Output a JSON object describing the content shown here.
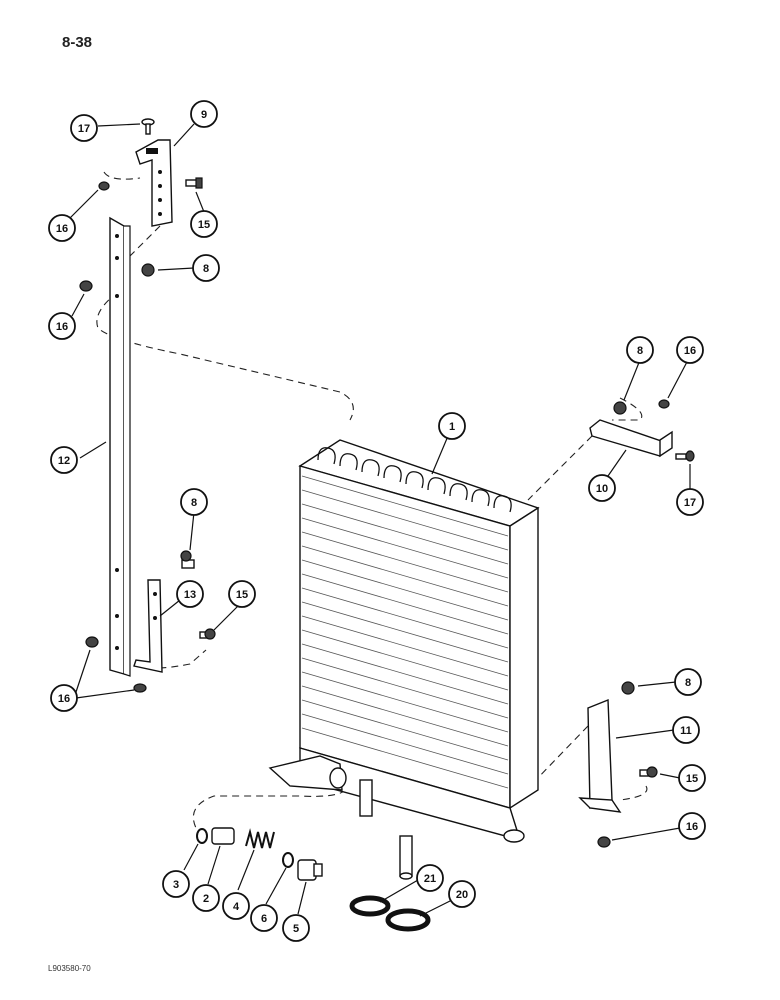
{
  "page": {
    "page_number": "8-38",
    "drawing_code": "L903580-70"
  },
  "callouts": [
    {
      "id": "c17a",
      "label": "17"
    },
    {
      "id": "c9",
      "label": "9"
    },
    {
      "id": "c16a",
      "label": "16"
    },
    {
      "id": "c15a",
      "label": "15"
    },
    {
      "id": "c8a",
      "label": "8"
    },
    {
      "id": "c16b",
      "label": "16"
    },
    {
      "id": "c8b",
      "label": "8"
    },
    {
      "id": "c16c",
      "label": "16"
    },
    {
      "id": "c1",
      "label": "1"
    },
    {
      "id": "c10",
      "label": "10"
    },
    {
      "id": "c17b",
      "label": "17"
    },
    {
      "id": "c12",
      "label": "12"
    },
    {
      "id": "c8c",
      "label": "8"
    },
    {
      "id": "c13",
      "label": "13"
    },
    {
      "id": "c15b",
      "label": "15"
    },
    {
      "id": "c16d",
      "label": "16"
    },
    {
      "id": "c8d",
      "label": "8"
    },
    {
      "id": "c11",
      "label": "11"
    },
    {
      "id": "c15c",
      "label": "15"
    },
    {
      "id": "c16e",
      "label": "16"
    },
    {
      "id": "c3",
      "label": "3"
    },
    {
      "id": "c2",
      "label": "2"
    },
    {
      "id": "c4",
      "label": "4"
    },
    {
      "id": "c6",
      "label": "6"
    },
    {
      "id": "c5",
      "label": "5"
    },
    {
      "id": "c21",
      "label": "21"
    },
    {
      "id": "c20",
      "label": "20"
    }
  ]
}
